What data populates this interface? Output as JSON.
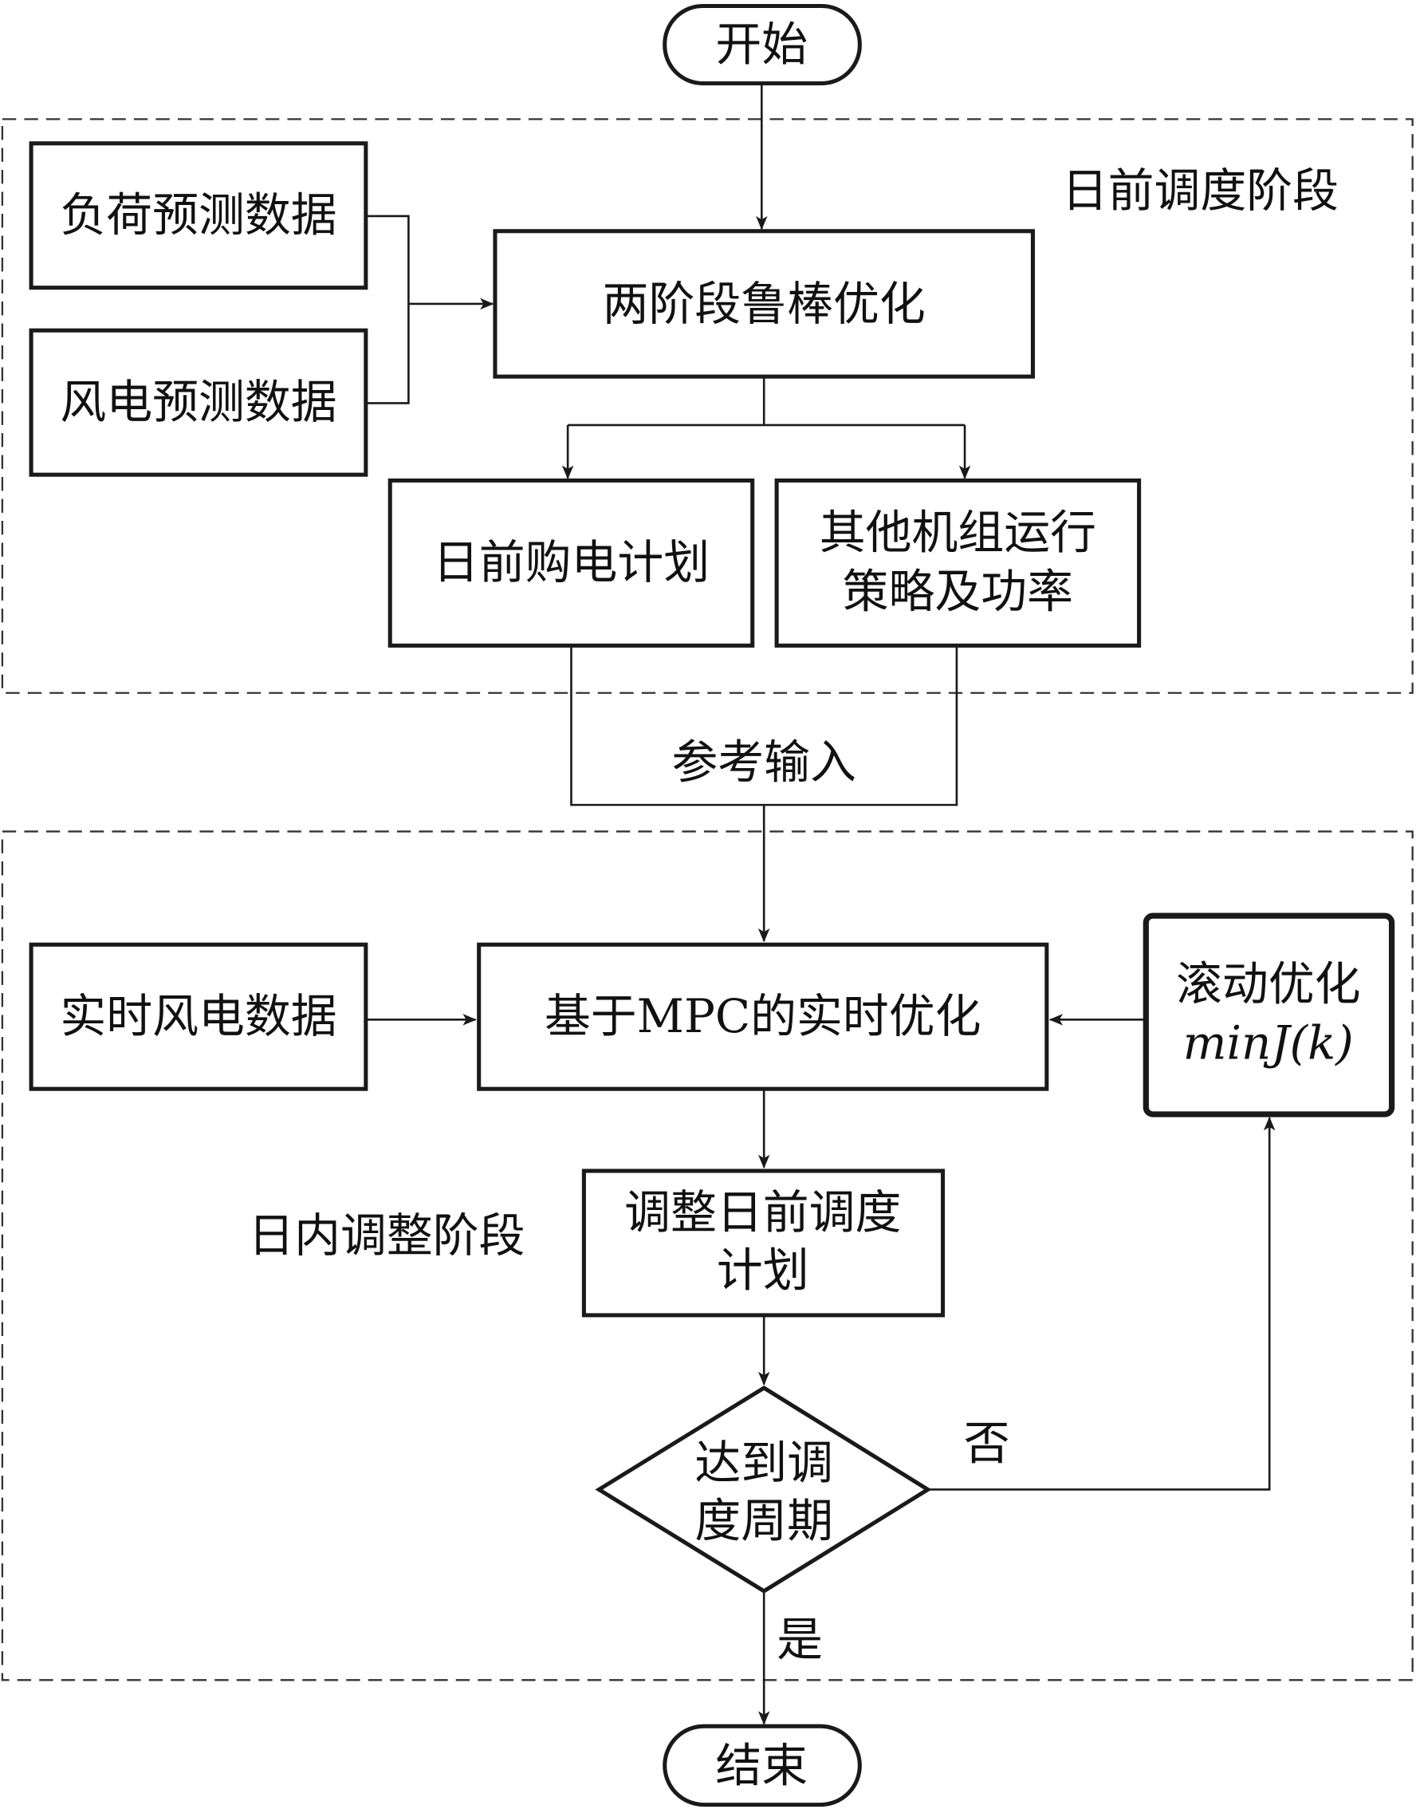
{
  "nodes": {
    "start": "开始",
    "end": "结束",
    "load_forecast": "负荷预测数据",
    "wind_forecast": "风电预测数据",
    "robust_opt": "两阶段鲁棒优化",
    "purchase_plan": "日前购电计划",
    "other_units_line1": "其他机组运行",
    "other_units_line2": "策略及功率",
    "realtime_wind": "实时风电数据",
    "mpc_opt": "基于MPC的实时优化",
    "rolling_opt_line1": "滚动优化",
    "rolling_opt_line2": "minJ(k)",
    "adjust_plan_line1": "调整日前调度",
    "adjust_plan_line2": "计划",
    "decision_line1": "达到调",
    "decision_line2": "度周期"
  },
  "stages": {
    "day_ahead": "日前调度阶段",
    "intraday": "日内调整阶段"
  },
  "edges": {
    "reference_input": "参考输入",
    "no": "否",
    "yes": "是"
  }
}
